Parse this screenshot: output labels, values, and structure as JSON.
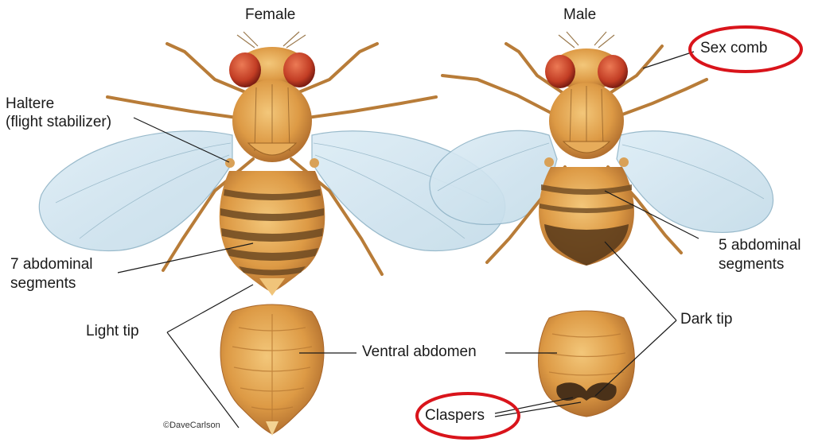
{
  "headings": {
    "female": "Female",
    "male": "Male"
  },
  "labels": {
    "haltere_line1": "Haltere",
    "haltere_line2": "(flight stabilizer)",
    "seven_segments_line1": "7 abdominal",
    "seven_segments_line2": "segments",
    "five_segments_line1": "5 abdominal",
    "five_segments_line2": "segments",
    "light_tip": "Light tip",
    "dark_tip": "Dark tip",
    "ventral_abdomen": "Ventral abdomen",
    "sex_comb": "Sex comb",
    "claspers": "Claspers"
  },
  "credit": "©DaveCarlson",
  "colors": {
    "body": "#d9963f",
    "body_light": "#efbf6e",
    "stripe": "#6e4a22",
    "eye": "#c8412a",
    "wing": "#cfe4f0",
    "wing_edge": "#8fb3c6",
    "highlight_ring": "#d9141b",
    "leader_line": "#1a1a1a"
  }
}
